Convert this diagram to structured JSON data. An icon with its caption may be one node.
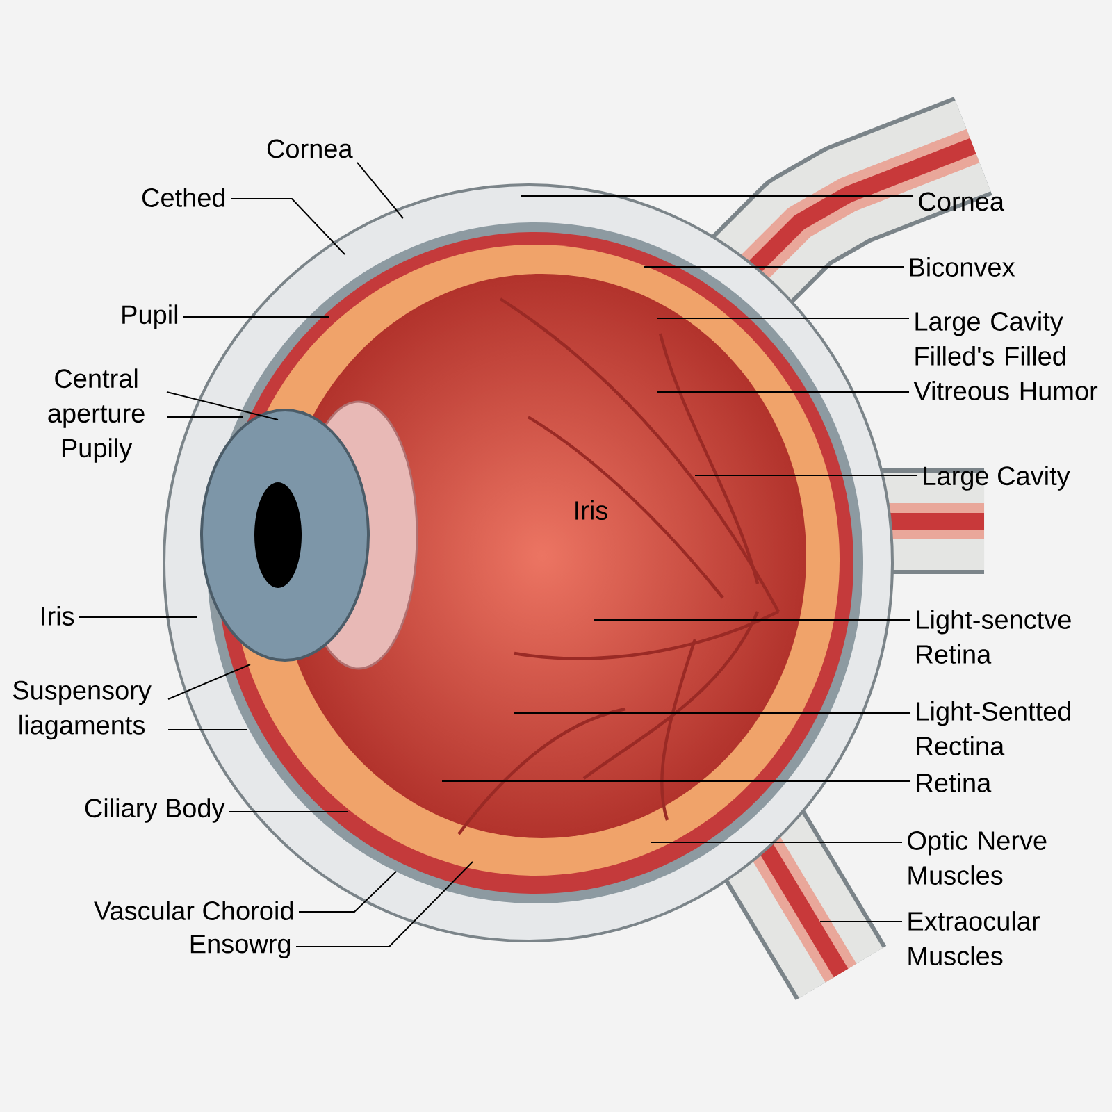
{
  "diagram": {
    "nodes": [
      {
        "text": [
          "Cornea"
        ]
      },
      {
        "text": [
          "Cethed"
        ]
      },
      {
        "text": [
          "Pupil"
        ]
      },
      {
        "text": [
          "Central aperture Pupily"
        ]
      },
      {
        "text": [
          "Iris"
        ]
      },
      {
        "text": [
          "Suspensory liagaments"
        ]
      },
      {
        "text": [
          "Ciliary Body"
        ]
      },
      {
        "text": [
          "Vascular Choroid"
        ]
      },
      {
        "text": [
          "Ensowrg"
        ]
      },
      {
        "text": [
          "Cornea"
        ]
      },
      {
        "text": [
          "Biconvex"
        ]
      },
      {
        "text": [
          "Large Cavity Filled's Filled Vitreous Humor"
        ]
      },
      {
        "text": [
          "Large Cavity"
        ]
      },
      {
        "text": [
          "Light-senctve Retina"
        ]
      },
      {
        "text": [
          "Light-Sentted Rectina"
        ]
      },
      {
        "text": [
          "Retina"
        ]
      },
      {
        "text": [
          "Optic Nerve Muscles"
        ]
      },
      {
        "text": [
          "Extraocular Muscles"
        ]
      }
    ],
    "edges": [
      {
        "from": 0,
        "to": null,
        "arrow": "none"
      },
      {
        "from": 1,
        "to": null,
        "arrow": "none"
      },
      {
        "from": 2,
        "to": null,
        "arrow": "none"
      },
      {
        "from": 3,
        "to": null,
        "arrow": "none"
      },
      {
        "from": 3,
        "to": null,
        "arrow": "none"
      },
      {
        "from": 4,
        "to": null,
        "arrow": "none"
      },
      {
        "from": 5,
        "to": null,
        "arrow": "none"
      },
      {
        "from": 5,
        "to": null,
        "arrow": "none"
      },
      {
        "from": 6,
        "to": null,
        "arrow": "none"
      },
      {
        "from": 7,
        "to": null,
        "arrow": "none"
      },
      {
        "from": 8,
        "to": null,
        "arrow": "none"
      },
      {
        "from": 9,
        "to": null,
        "arrow": "none"
      },
      {
        "from": 10,
        "to": null,
        "arrow": "none"
      },
      {
        "from": 11,
        "to": null,
        "arrow": "none"
      },
      {
        "from": 11,
        "to": null,
        "arrow": "none"
      },
      {
        "from": 12,
        "to": null,
        "arrow": "none"
      },
      {
        "from": 13,
        "to": null,
        "arrow": "none"
      },
      {
        "from": 14,
        "to": null,
        "arrow": "none"
      },
      {
        "from": 15,
        "to": null,
        "arrow": "none"
      },
      {
        "from": 16,
        "to": null,
        "arrow": "none"
      },
      {
        "from": 17,
        "to": null,
        "arrow": "none"
      }
    ],
    "labels": [
      "Iris"
    ]
  }
}
